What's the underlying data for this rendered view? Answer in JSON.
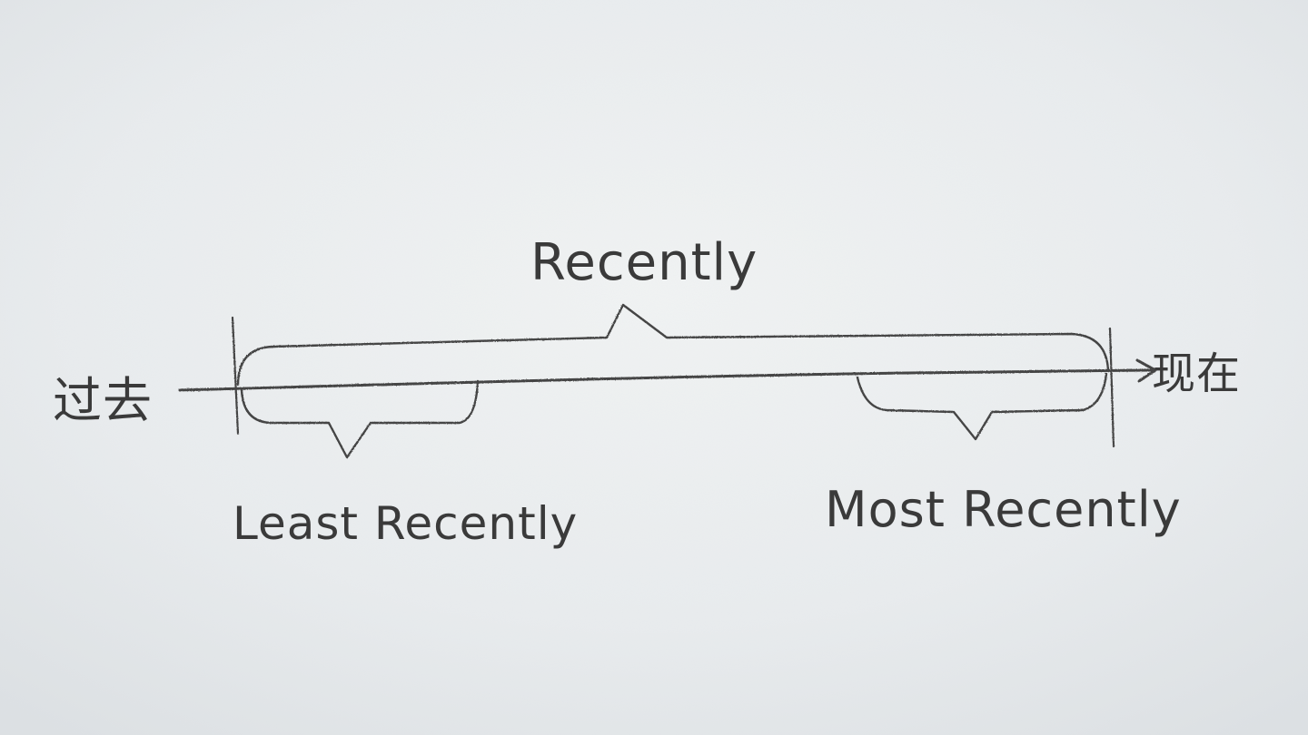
{
  "timeline": {
    "start_label": "过去",
    "end_label": "现在"
  },
  "spans": {
    "overall": "Recently",
    "earliest": "Least Recently",
    "latest": "Most Recently"
  },
  "colors": {
    "paper": "#eceff0",
    "pencil": "#454545"
  }
}
